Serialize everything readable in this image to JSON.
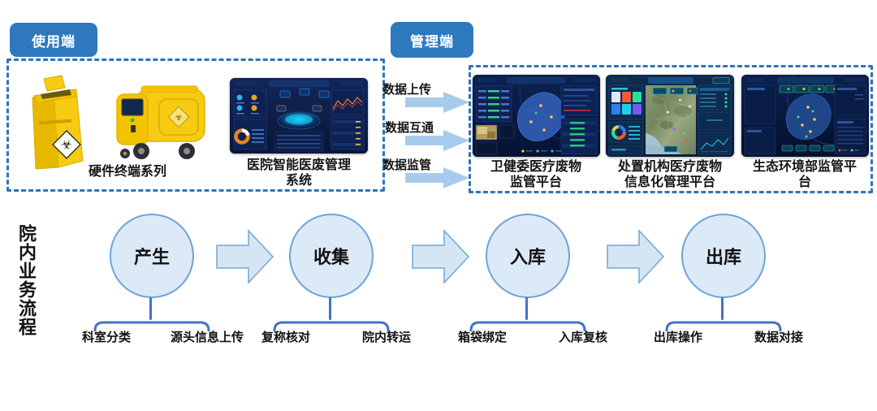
{
  "user_side": {
    "badge_label": "使用端",
    "hardware_series_label": "硬件终端系列",
    "hospital_system_label_line1": "医院智能医废管理",
    "hospital_system_label_line2": "系统"
  },
  "management_side": {
    "badge_label": "管理端",
    "platforms": [
      {
        "label_line1": "卫健委医疗废物",
        "label_line2": "监管平台"
      },
      {
        "label_line1": "处置机构医疗废物",
        "label_line2": "信息化管理平台"
      },
      {
        "label_line1": "生态环境部监管平",
        "label_line2": "台"
      }
    ]
  },
  "data_links": [
    {
      "label": "数据上传"
    },
    {
      "label": "数据互通"
    },
    {
      "label": "数据监管"
    }
  ],
  "process_flow": {
    "title_vertical": "院内业务流程",
    "steps": [
      {
        "name": "产生",
        "subs": [
          "科室分类",
          "源头信息上传"
        ]
      },
      {
        "name": "收集",
        "subs": [
          "复称核对",
          "院内转运"
        ]
      },
      {
        "name": "入库",
        "subs": [
          "箱袋绑定",
          "入库复核"
        ]
      },
      {
        "name": "出库",
        "subs": [
          "出库操作",
          "数据对接"
        ]
      }
    ]
  },
  "colors": {
    "badge_blue": "#2E79BE",
    "dashed_border_blue": "#2E75B6",
    "link_arrow_fill": "#A7CBEC",
    "flow_arrow_fill": "#D6E5F4",
    "flow_arrow_border": "#6FA8DC",
    "circle_fill": "#DCE9F7",
    "circle_border": "#6FA3D8",
    "bracket_blue": "#4472C4",
    "device_yellow": "#F5C913"
  }
}
